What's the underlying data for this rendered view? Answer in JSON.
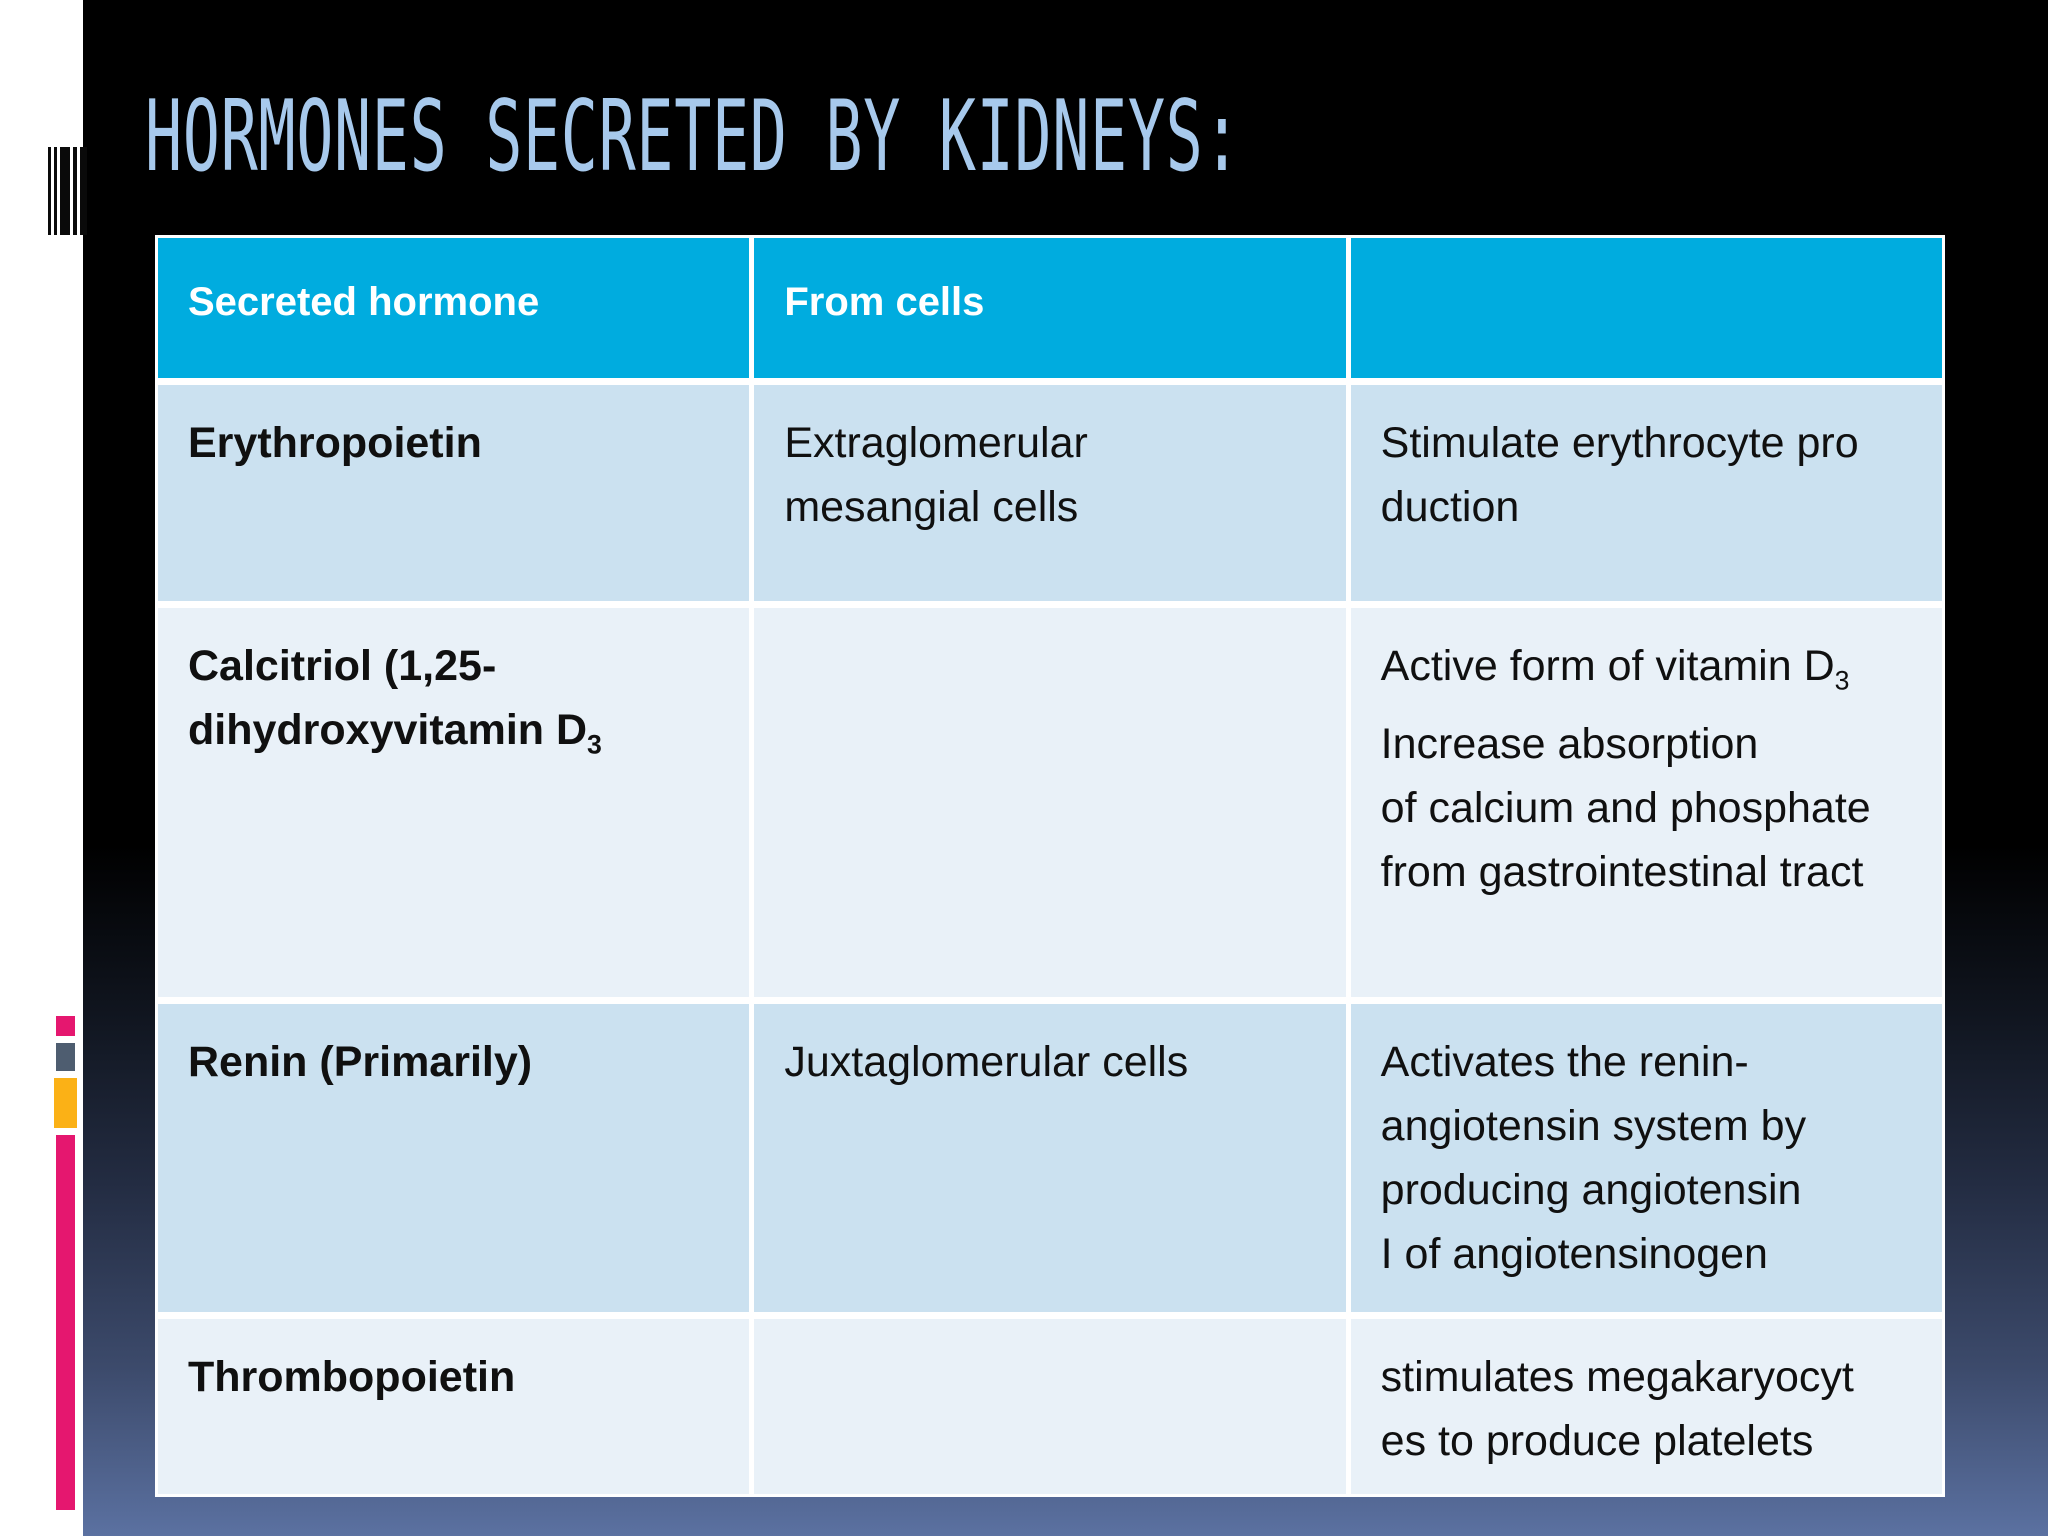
{
  "title": "HORMONES SECRETED BY KIDNEYS:",
  "colors": {
    "header_bg": "#00ACDF",
    "row_band_dark": "#CBE1F0",
    "row_band_light": "#E9F1F8",
    "title_text": "#A7C9EC",
    "background_top": "#000000",
    "background_bottom": "#5B71A1",
    "accent_pink": "#E5176F",
    "accent_orange": "#FBB116",
    "accent_gray": "#4E5D70"
  },
  "table": {
    "headers": {
      "col1": "Secreted hormone",
      "col2": "From cells",
      "col3": ""
    },
    "rows": [
      {
        "hormone": "Erythropoietin",
        "hormone_sub": "",
        "from": "Extraglomerular\nmesangial cells",
        "fn_pre": "Stimulate erythrocyte pro\nduction",
        "fn_sub": "",
        "fn_post": ""
      },
      {
        "hormone": "Calcitriol (1,25-\ndihydroxyvitamin D",
        "hormone_sub": "3",
        "from": "",
        "fn_pre": "Active form of vitamin D",
        "fn_sub": "3",
        "fn_post": "\nIncrease absorption\nof calcium and phosphate\nfrom gastrointestinal tract"
      },
      {
        "hormone": "Renin (Primarily)",
        "hormone_sub": "",
        "from": "Juxtaglomerular cells",
        "fn_pre": "Activates the renin-\nangiotensin system by\nproducing angiotensin\nI of angiotensinogen",
        "fn_sub": "",
        "fn_post": ""
      },
      {
        "hormone": "Thrombopoietin",
        "hormone_sub": "",
        "from": "",
        "fn_pre": "stimulates megakaryocyt\nes to produce platelets",
        "fn_sub": "",
        "fn_post": ""
      }
    ]
  }
}
